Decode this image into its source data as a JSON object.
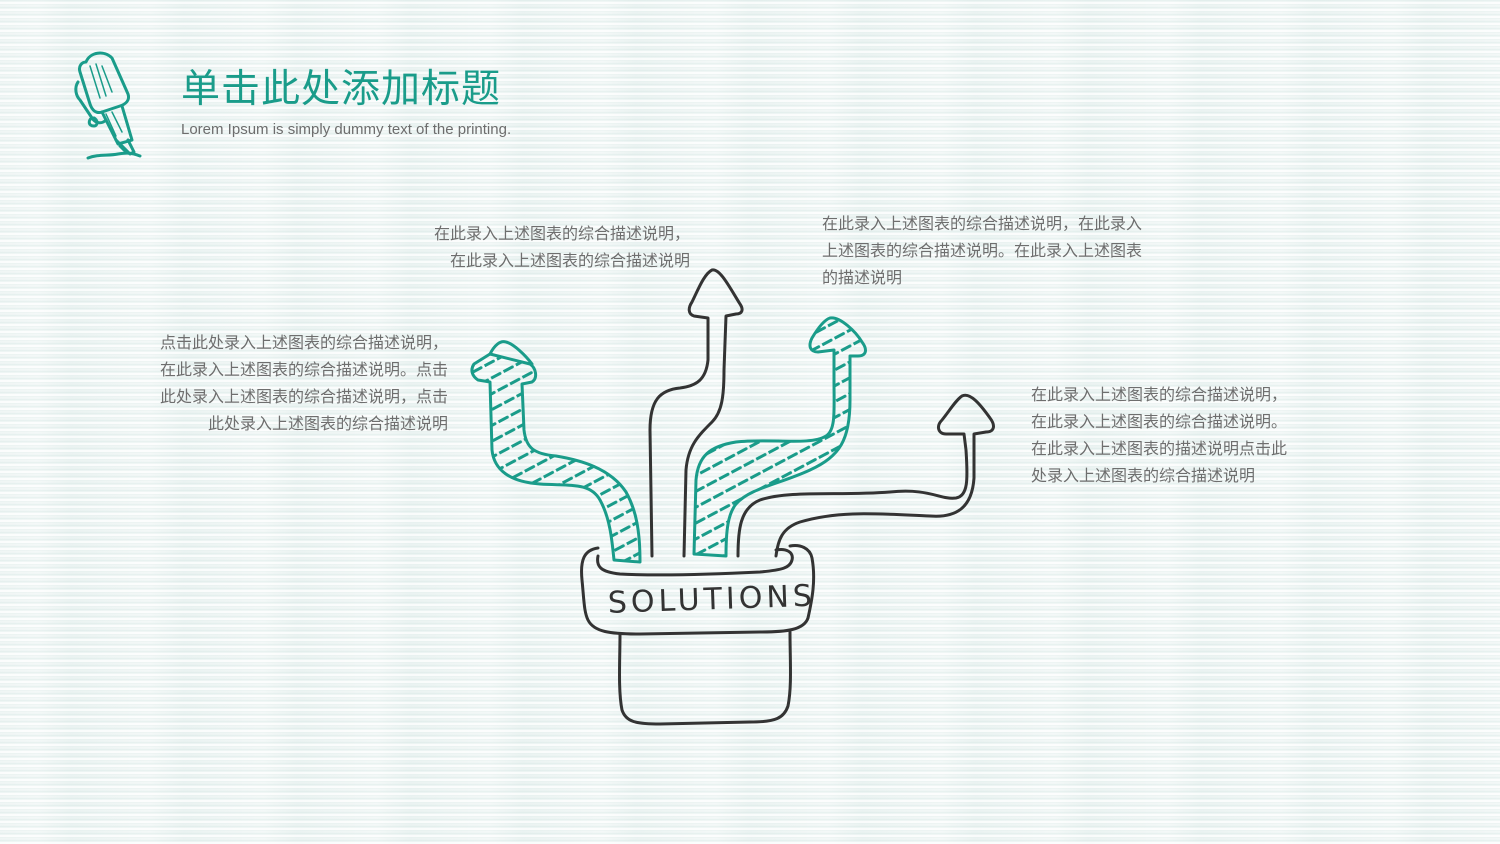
{
  "header": {
    "logo_icon": "fountain-pen-icon",
    "title": "单击此处添加标题",
    "subtitle": "Lorem Ipsum is simply dummy text of the printing."
  },
  "colors": {
    "accent": "#1a9c8a",
    "sketch_outline": "#333333",
    "text_gray": "#6e6e6e",
    "background": "#eef5f4"
  },
  "diagram": {
    "center_label": "SOLUTIONS",
    "arrows": [
      {
        "position": "far-left",
        "style": "teal-hatched"
      },
      {
        "position": "center-tall",
        "style": "dark-outline"
      },
      {
        "position": "center-right",
        "style": "teal-hatched"
      },
      {
        "position": "far-right",
        "style": "dark-outline"
      }
    ]
  },
  "descriptions": {
    "top_left": {
      "lines": [
        "在此录入上述图表的综合描述说明，",
        "在此录入上述图表的综合描述说明"
      ]
    },
    "top_right": {
      "lines": [
        "在此录入上述图表的综合描述说明，在此录入",
        "上述图表的综合描述说明。在此录入上述图表",
        "的描述说明"
      ]
    },
    "left": {
      "lines": [
        "点击此处录入上述图表的综合描述说明，",
        "在此录入上述图表的综合描述说明。点击",
        "此处录入上述图表的综合描述说明，点击",
        "此处录入上述图表的综合描述说明"
      ]
    },
    "right": {
      "lines": [
        "在此录入上述图表的综合描述说明，",
        "在此录入上述图表的综合描述说明。",
        "在此录入上述图表的描述说明点击此",
        "处录入上述图表的综合描述说明"
      ]
    }
  }
}
